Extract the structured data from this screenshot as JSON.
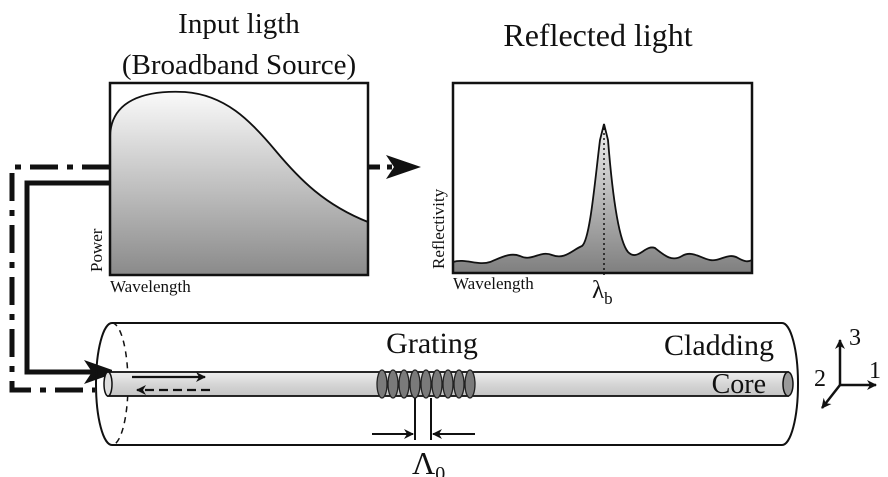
{
  "input_panel": {
    "title_line1": "Input ligth",
    "title_line2": "(Broadband Source)",
    "ylabel": "Power",
    "xlabel": "Wavelength"
  },
  "reflected_panel": {
    "title": "Reflected light",
    "ylabel": "Reflectivity",
    "xlabel": "Wavelength",
    "peak_symbol": "λ",
    "peak_subscript": "b"
  },
  "fiber": {
    "grating_label": "Grating",
    "cladding_label": "Cladding",
    "core_label": "Core",
    "period_symbol": "Λ",
    "period_subscript": "0"
  },
  "axes_triad": {
    "axis1": "1",
    "axis2": "2",
    "axis3": "3"
  },
  "colors": {
    "stroke": "#111111",
    "gradient_light": "#f4f4f4",
    "gradient_dark": "#8a8a8a",
    "core_fill": "#dcdcdc",
    "grating_fill": "#7a7a7a"
  }
}
